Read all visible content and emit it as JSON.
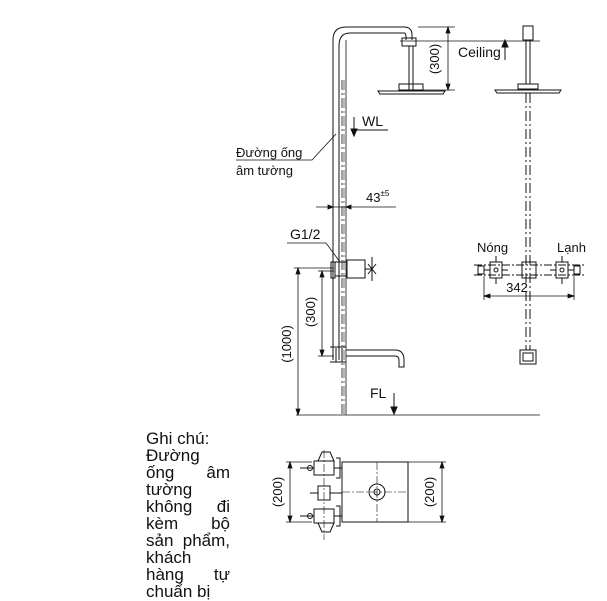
{
  "labels": {
    "ceiling": "Ceiling",
    "wl": "WL",
    "fl": "FL",
    "pipe_line1": "Đường ống",
    "pipe_line2": "âm tường",
    "offset_base": "43",
    "offset_tol": "±5",
    "thread": "G1/2",
    "hot": "Nóng",
    "cold": "Lạnh"
  },
  "dimensions": {
    "ceiling_drop": "(300)",
    "floor_height": "(1000)",
    "spout_valve": "(300)",
    "valve_spacing": "342",
    "plan_left": "(200)",
    "plan_right": "(200)"
  },
  "note": {
    "title": "Ghi chú:",
    "body": "Đường ống âm tường không đi kèm bộ sản phẩm, khách hàng tự chuẩn bị"
  },
  "colors": {
    "line": "#111111",
    "background": "#ffffff"
  }
}
